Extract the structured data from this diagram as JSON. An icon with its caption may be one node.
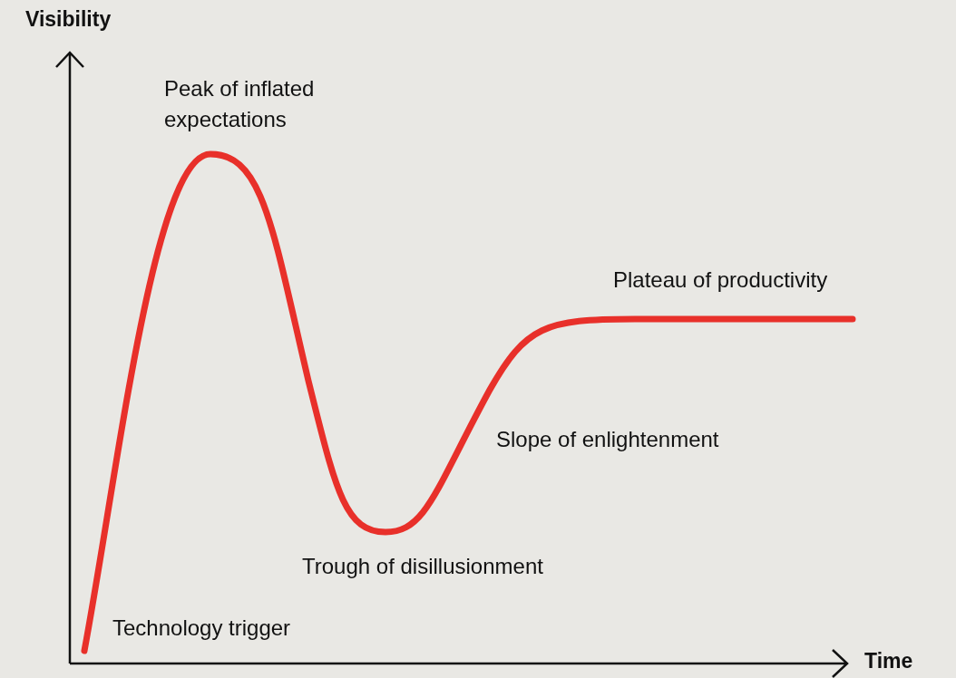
{
  "diagram": {
    "labels": [
      "Visibility",
      "Peak of inflated expectations",
      "Plateau of productivity",
      "Slope of enlightenment",
      "Trough of disillusionment",
      "Technology trigger",
      "Time"
    ]
  }
}
